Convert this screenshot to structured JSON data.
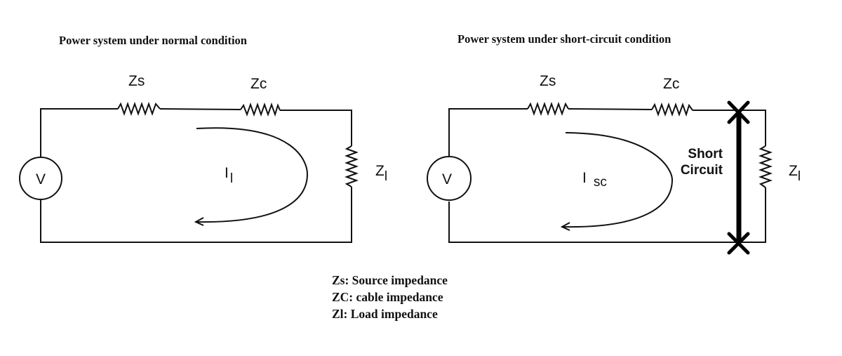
{
  "diagrams": [
    {
      "title": "Power system under normal condition",
      "source_label": "V",
      "zs_label": "Zs",
      "zc_label": "Zc",
      "zl_label": "Z",
      "zl_sub": "l",
      "current_label": "I",
      "current_sub": "l"
    },
    {
      "title": "Power system under short-circuit condition",
      "source_label": "V",
      "zs_label": "Zs",
      "zc_label": "Zc",
      "zl_label": "Z",
      "zl_sub": "l",
      "current_label": "I",
      "current_sub": "sc",
      "short_circuit_label_line1": "Short",
      "short_circuit_label_line2": "Circuit"
    }
  ],
  "legend": [
    "Zs: Source impedance",
    "ZC: cable impedance",
    "Zl: Load impedance"
  ]
}
